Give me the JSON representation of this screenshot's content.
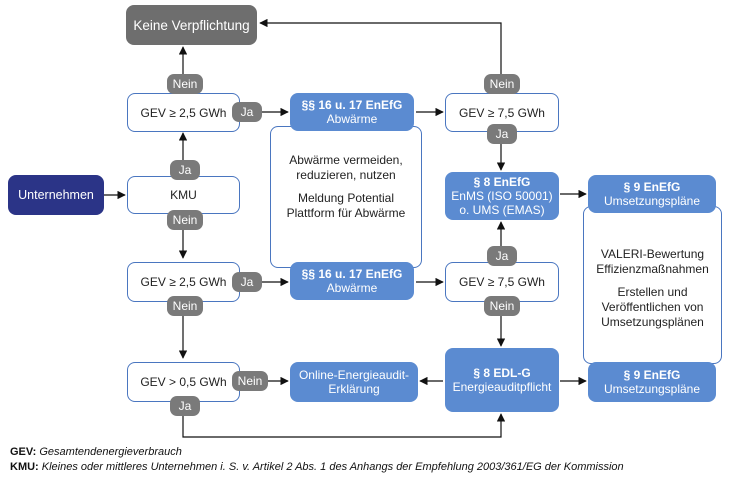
{
  "nodes": {
    "keine": "Keine Verpflichtung",
    "unternehmen": "Unternehmen",
    "kmu": "KMU",
    "gev_25_top": "GEV ≥ 2,5 GWh",
    "gev_25_mid": "GEV ≥ 2,5 GWh",
    "gev_05": "GEV > 0,5 GWh",
    "gev_75_top": "GEV ≥ 7,5 GWh",
    "gev_75_mid": "GEV ≥ 7,5 GWh",
    "enefg16_top": {
      "title": "§§ 16 u. 17 EnEfG",
      "sub": "Abwärme"
    },
    "enefg16_mid": {
      "title": "§§ 16 u. 17 EnEfG",
      "sub": "Abwärme"
    },
    "online": {
      "line1": "Online-Energieaudit-",
      "line2": "Erklärung"
    },
    "enefg8": {
      "title": "§ 8 EnEfG",
      "line1": "EnMS (ISO 50001)",
      "line2": "o. UMS (EMAS)"
    },
    "edlg": {
      "title": "§ 8 EDL-G",
      "sub": "Energieauditpflicht"
    },
    "enefg9_top": {
      "title": "§ 9 EnEfG",
      "sub": "Umsetzungspläne"
    },
    "enefg9_bot": {
      "title": "§ 9 EnEfG",
      "sub": "Umsetzungspläne"
    },
    "abwaerme_panel": {
      "p1": [
        "Abwärme vermeiden,",
        "reduzieren, nutzen"
      ],
      "p2": [
        "Meldung Potential",
        "Plattform für Abwärme"
      ]
    },
    "valeri_panel": {
      "p1": [
        "VALERI-Bewertung",
        "Effizienzmaßnahmen"
      ],
      "p2": [
        "Erstellen und",
        "Veröffentlichen von",
        "Umsetzungsplänen"
      ]
    }
  },
  "labels": {
    "ja": "Ja",
    "nein": "Nein"
  },
  "legend": {
    "gev_key": "GEV:",
    "gev_text": "Gesamtendenergieverbrauch",
    "kmu_key": "KMU:",
    "kmu_text": "Kleines oder mittleres Unternehmen i. S. v. Artikel 2 Abs. 1 des Anhangs der Empfehlung 2003/361/EG der Kommission"
  },
  "colors": {
    "navy": "#2b3487",
    "blue": "#5b8bd1",
    "gray": "#6e6e6e",
    "pill": "#7a7a7a",
    "border": "#4a76c0"
  }
}
